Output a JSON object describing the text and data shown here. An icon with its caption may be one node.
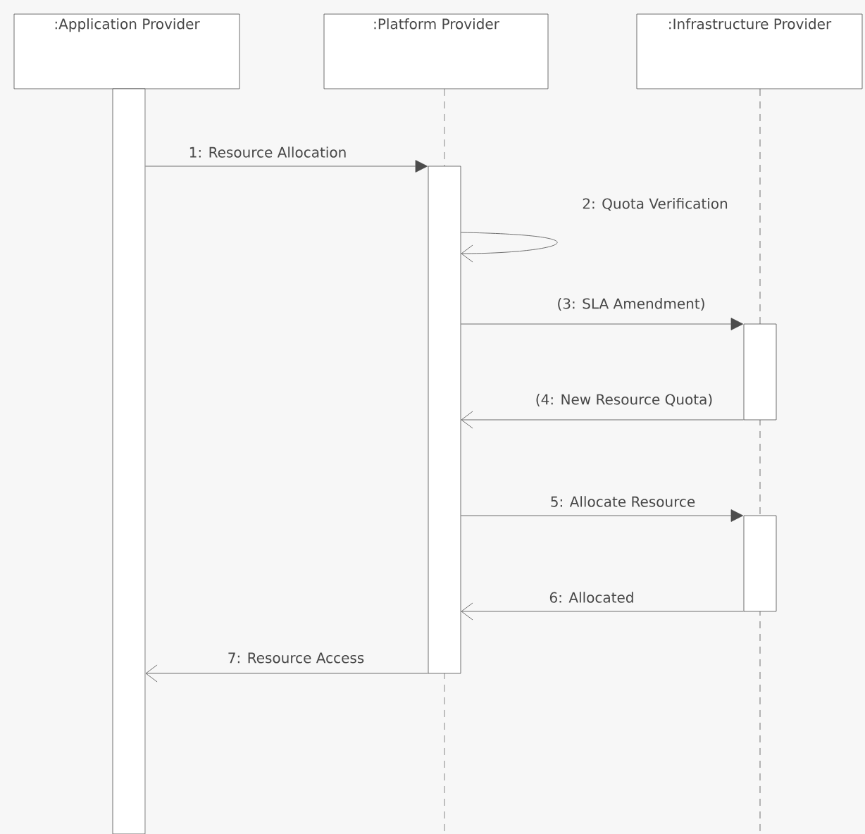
{
  "diagram": {
    "nodes": [
      {
        "text": [
          ":Application Provider"
        ]
      },
      {
        "text": [
          ":Platform Provider"
        ]
      },
      {
        "text": [
          ":Infrastructure Provider"
        ]
      },
      {
        "text": [],
        "shape": "bar"
      },
      {
        "text": [],
        "shape": "bar"
      },
      {
        "text": [],
        "shape": "bar"
      },
      {
        "text": [],
        "shape": "bar"
      }
    ],
    "edges": [
      {
        "from": 3,
        "to": 4,
        "arrow": "to",
        "label": "1: Resource Allocation"
      },
      {
        "from": 4,
        "to": 4,
        "arrow": "to",
        "label": "2: Quota Verification"
      },
      {
        "from": 4,
        "to": 5,
        "arrow": "to",
        "label": "(3: SLA Amendment)"
      },
      {
        "from": 5,
        "to": 4,
        "arrow": "to",
        "label": "(4: New Resource Quota)"
      },
      {
        "from": 4,
        "to": 6,
        "arrow": "to",
        "label": "5: Allocate Resource"
      },
      {
        "from": 6,
        "to": 4,
        "arrow": "to",
        "label": "6: Allocated"
      },
      {
        "from": 4,
        "to": 3,
        "arrow": "to",
        "label": "7: Resource Access"
      }
    ]
  }
}
